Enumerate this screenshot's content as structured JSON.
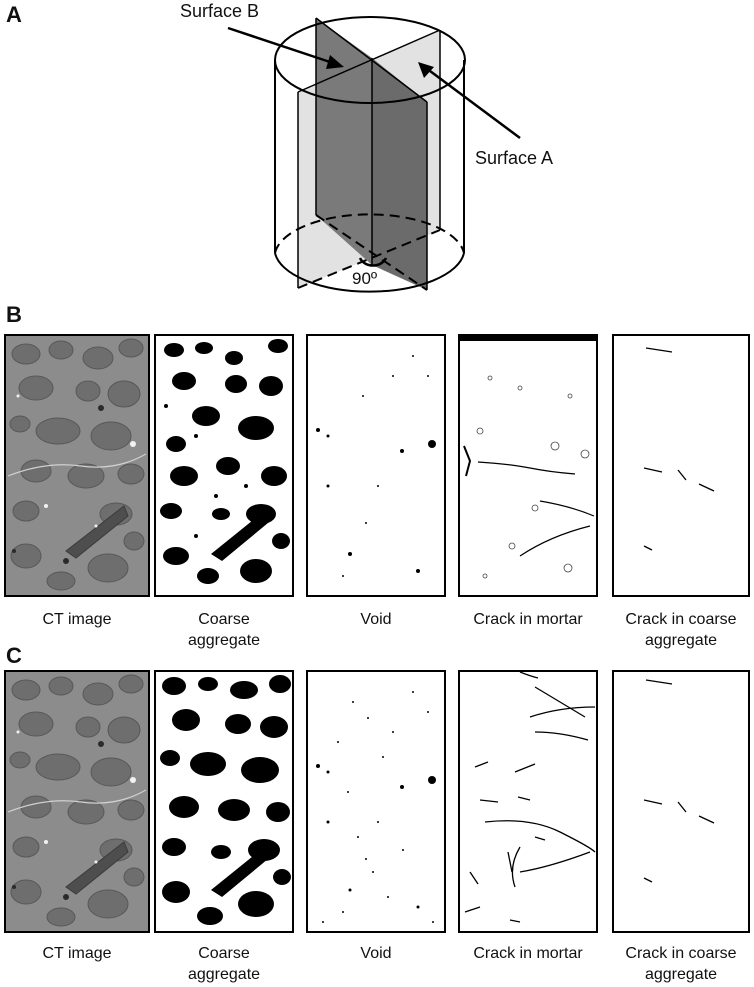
{
  "panels": {
    "A": {
      "letter": "A",
      "surface_b": "Surface B",
      "surface_a": "Surface A",
      "angle": "90º"
    },
    "B": {
      "letter": "B"
    },
    "C": {
      "letter": "C"
    }
  },
  "captions": {
    "ct": "CT image",
    "coarse_l1": "Coarse",
    "coarse_l2": "aggregate",
    "void": "Void",
    "crack_mortar": "Crack in mortar",
    "crack_coarse_l1": "Crack in coarse",
    "crack_coarse_l2": "aggregate"
  }
}
